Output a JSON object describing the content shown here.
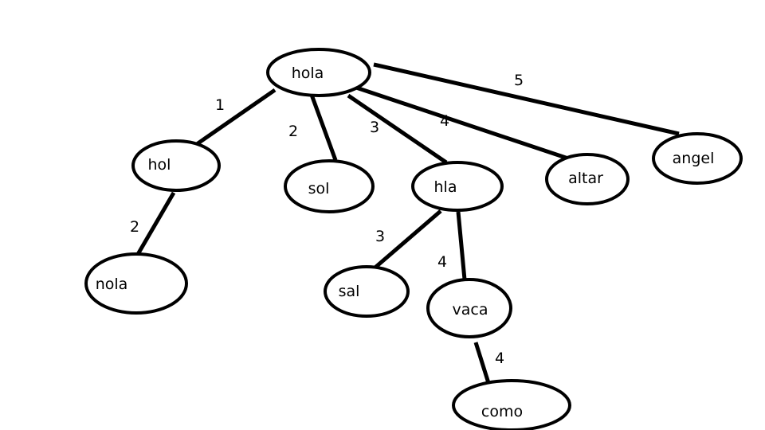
{
  "diagram": {
    "type": "tree",
    "nodes": [
      {
        "id": "hola",
        "label": "hola"
      },
      {
        "id": "hol",
        "label": "hol"
      },
      {
        "id": "sol",
        "label": "sol"
      },
      {
        "id": "hla",
        "label": "hla"
      },
      {
        "id": "altar",
        "label": "altar"
      },
      {
        "id": "angel",
        "label": "angel"
      },
      {
        "id": "nola",
        "label": "nola"
      },
      {
        "id": "sal",
        "label": "sal"
      },
      {
        "id": "vaca",
        "label": "vaca"
      },
      {
        "id": "como",
        "label": "como"
      }
    ],
    "edges": [
      {
        "from": "hola",
        "to": "hol",
        "label": "1"
      },
      {
        "from": "hola",
        "to": "sol",
        "label": "2"
      },
      {
        "from": "hola",
        "to": "hla",
        "label": "3"
      },
      {
        "from": "hola",
        "to": "altar",
        "label": "4"
      },
      {
        "from": "hola",
        "to": "angel",
        "label": "5"
      },
      {
        "from": "hol",
        "to": "nola",
        "label": "2"
      },
      {
        "from": "hla",
        "to": "sal",
        "label": "3"
      },
      {
        "from": "hla",
        "to": "vaca",
        "label": "4"
      },
      {
        "from": "vaca",
        "to": "como",
        "label": "4"
      }
    ]
  }
}
